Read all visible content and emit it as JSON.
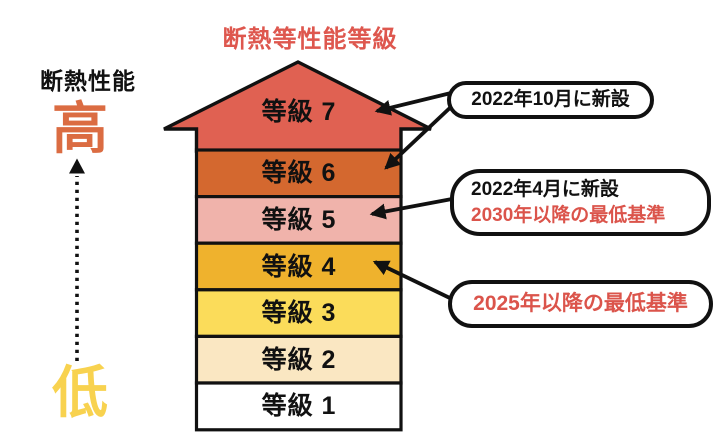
{
  "canvas": {
    "background": "#ffffff"
  },
  "title": {
    "text": "断熱等性能等級",
    "color": "#de574e"
  },
  "left_scale": {
    "label": "断熱性能",
    "label_color": "#111111",
    "high": {
      "text": "高",
      "color": "#db6c42"
    },
    "low": {
      "text": "低",
      "color": "#f8d24f"
    },
    "arrow": "dotted-up-arrow"
  },
  "tower": {
    "outline_color": "#111111",
    "levels": [
      {
        "label": "等級 7",
        "color": "#e06152",
        "shape": "up-arrow-head"
      },
      {
        "label": "等級 6",
        "color": "#d4682f"
      },
      {
        "label": "等級 5",
        "color": "#f0b3ab"
      },
      {
        "label": "等級 4",
        "color": "#efb22d"
      },
      {
        "label": "等級 3",
        "color": "#fbdc5a"
      },
      {
        "label": "等級 2",
        "color": "#fae7c2"
      },
      {
        "label": "等級 1",
        "color": "#ffffff"
      }
    ]
  },
  "callouts": [
    {
      "id": "new-oct-2022",
      "lines": [
        {
          "text": "2022年10月に新設",
          "color": "#111111"
        }
      ],
      "points_to": [
        "等級 7",
        "等級 6"
      ]
    },
    {
      "id": "new-apr-2022",
      "lines": [
        {
          "text": "2022年4月に新設",
          "color": "#111111"
        },
        {
          "text": "2030年以降の最低基準",
          "color": "#db544b"
        }
      ],
      "points_to": [
        "等級 5"
      ]
    },
    {
      "id": "min-standard-2025",
      "lines": [
        {
          "text": "2025年以降の最低基準",
          "color": "#db544b"
        }
      ],
      "points_to": [
        "等級 4"
      ]
    }
  ]
}
